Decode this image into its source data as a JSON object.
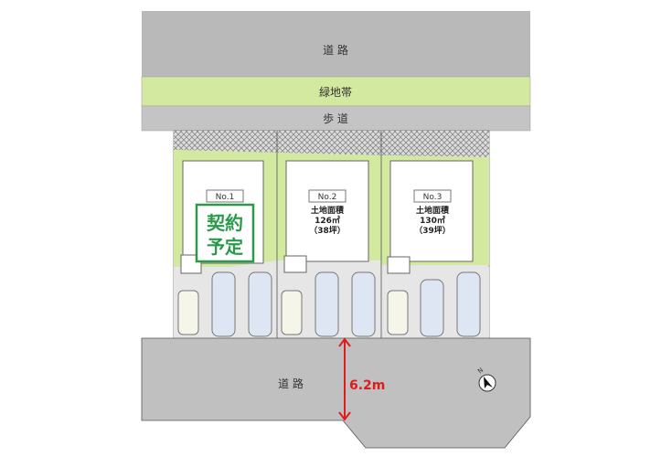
{
  "roads": {
    "top_road": "道 路",
    "green_belt": "緑地帯",
    "sidewalk": "歩 道",
    "bottom_road": "道 路",
    "road_width": "6.2m"
  },
  "lots": [
    {
      "number": "No.1",
      "status": [
        "契約",
        "予定"
      ]
    },
    {
      "number": "No.2",
      "area_label": "土地面積",
      "area_sqm": "126㎡",
      "area_tsubo": "（38坪）"
    },
    {
      "number": "No.3",
      "area_label": "土地面積",
      "area_sqm": "130㎡",
      "area_tsubo": "（39坪）"
    }
  ],
  "compass": {
    "label": "N"
  },
  "colors": {
    "road": "#b4b4b4",
    "green": "#d4e9a0",
    "stamp": "#2a9a4a",
    "dimension": "#e01b1b"
  }
}
